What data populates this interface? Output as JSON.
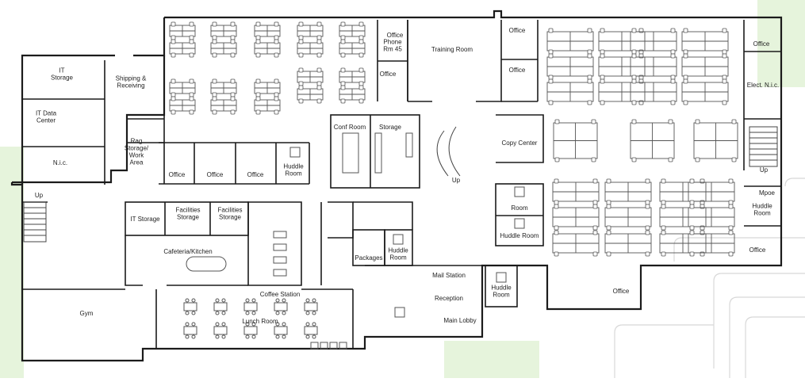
{
  "colors": {
    "wall": "#1b1b1b",
    "thin": "#444444",
    "furniture": "#555555",
    "accent_green": "#e6f4dc",
    "accent_gray": "#f2f2f2"
  },
  "labels": {
    "it_storage": "IT\nStorage",
    "shipping": "Shipping &\nReceiving",
    "it_data": "IT Data\nCenter",
    "nic_left": "N.i.c.",
    "rag": "Rag\nStorage/\nWork\nArea",
    "office_a": "Office",
    "office_b": "Office",
    "office_c": "Office",
    "huddle_1": "Huddle\nRoom",
    "conf_room": "Conf Room",
    "storage": "Storage",
    "office_phone": "Office",
    "phone_rm": "Phone\nRm 45",
    "office_mid": "Office",
    "training": "Training Room",
    "office_r1": "Office",
    "office_r2": "Office",
    "office_tr": "Office",
    "elect": "Elect. N.i.c.",
    "copy_center": "Copy Center",
    "up_right": "Up",
    "up_stair": "Up",
    "up_left": "Up",
    "mpoe": "Mpoe",
    "huddle_r": "Huddle\nRoom",
    "office_br": "Office",
    "room": "Room",
    "huddle_2": "Huddle Room",
    "it_storage2": "IT Storage",
    "fac_storage1": "Facilities\nStorage",
    "fac_storage2": "Facilities\nStorage",
    "cafeteria": "Cafeteria/Kitchen",
    "packages": "Packages",
    "huddle_3": "Huddle\nRoom",
    "mail": "Mail Station",
    "reception": "Reception",
    "huddle_4": "Huddle\nRoom",
    "office_bottom": "Office",
    "coffee": "Coffee Station",
    "lunch": "Lunch Room",
    "gym": "Gym",
    "main_lobby": "Main Lobby"
  }
}
